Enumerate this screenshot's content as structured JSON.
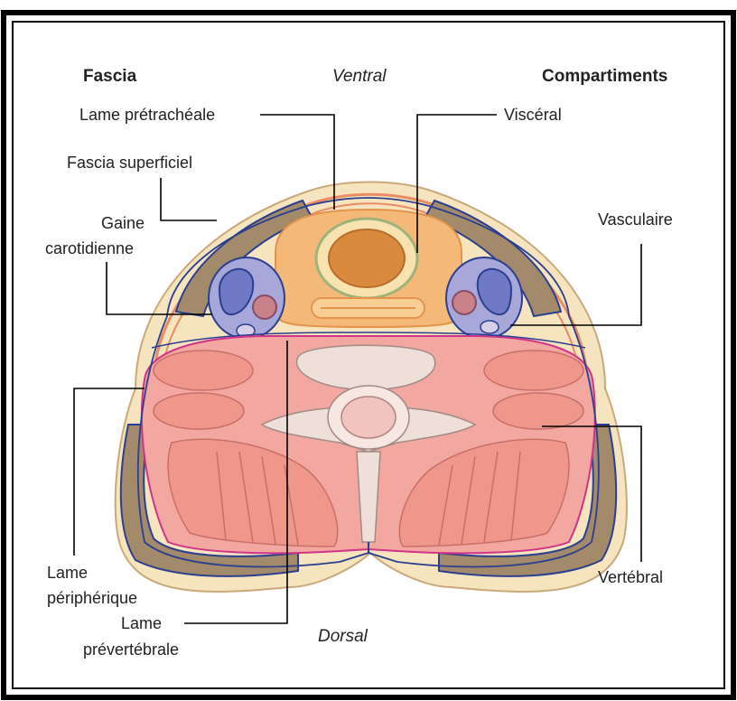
{
  "labels": {
    "fascia_header": "Fascia",
    "ventral": "Ventral",
    "compartments_header": "Compartiments",
    "lame_pretracheale": "Lame prétrachéale",
    "visceral": "Viscéral",
    "fascia_superficiel": "Fascia superficiel",
    "gaine_line1": "Gaine",
    "gaine_line2": "carotidienne",
    "vasculaire": "Vasculaire",
    "lame_peripherique_line1": "Lame",
    "lame_peripherique_line2": "périphérique",
    "lame_prevertebrale_line1": "Lame",
    "lame_prevertebrale_line2": "prévertébrale",
    "dorsal": "Dorsal",
    "vertebral": "Vertébral"
  },
  "colors": {
    "border": "#000000",
    "skin": "#f6e4bf",
    "fat": "#f3d5a4",
    "muscle_dark": "#a38a6a",
    "fascia_line": "#2a3f8f",
    "visceral": "#f4b879",
    "trachea": "#d98a3e",
    "vein": "#6f79c6",
    "artery": "#c9828a",
    "vertebral_pink": "#f2a8a0",
    "pink_outline": "#d0338a",
    "bone": "#eedfd8"
  }
}
